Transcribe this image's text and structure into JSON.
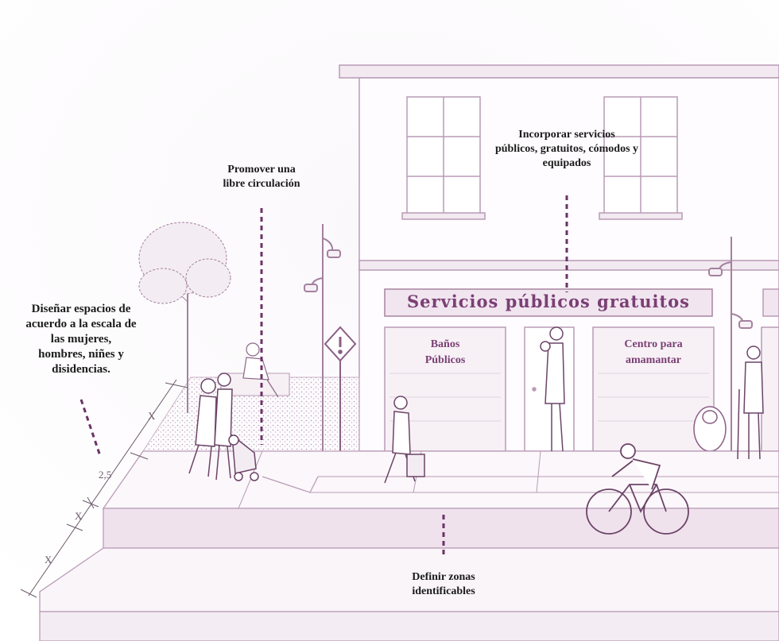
{
  "sign": {
    "title": "Servicios públicos gratuitos"
  },
  "doors": {
    "banos": [
      "Baños",
      "Públicos"
    ],
    "centro": [
      "Centro para",
      "amamantar"
    ]
  },
  "callouts": {
    "libre": [
      "Promover una",
      "libre circulación"
    ],
    "servicios": [
      "Incorporar servicios",
      "públicos, gratuitos, cómodos y",
      "equipados"
    ],
    "escala": [
      "Diseñar espacios de",
      "acuerdo a la escala de",
      "las mujeres,",
      "hombres, niñes y",
      "disidencias."
    ],
    "zonas": [
      "Definir zonas",
      "identificables"
    ]
  },
  "dimensions": {
    "x1": "X",
    "x2": "X",
    "x3": "X",
    "width": "2,5"
  },
  "colors": {
    "accent": "#7a3f74",
    "line": "#9c7399",
    "light": "#efe4ee",
    "sign_bg": "#f1e5f0"
  }
}
